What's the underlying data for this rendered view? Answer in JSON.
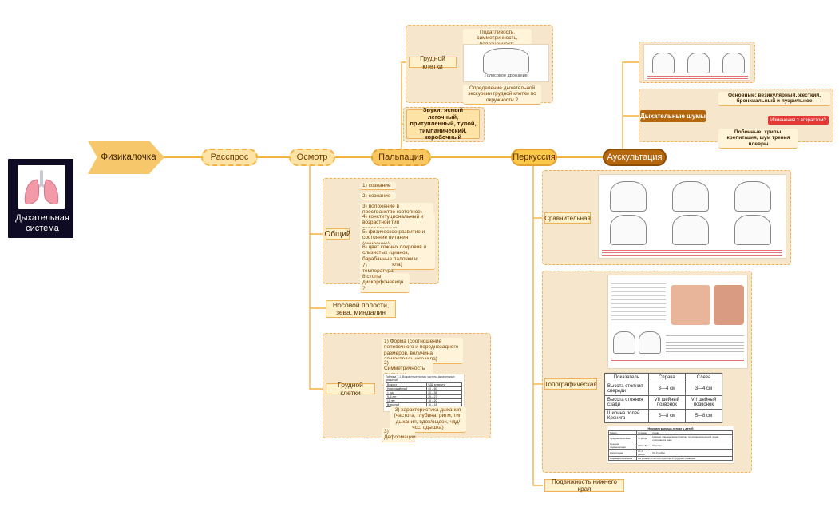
{
  "central": {
    "title": "Дыхательная система",
    "image": "lungs-icon"
  },
  "root": {
    "label": "Физикалочка"
  },
  "main": [
    {
      "label": "Расспрос"
    },
    {
      "label": "Осмотр"
    },
    {
      "label": "Пальпация"
    },
    {
      "label": "Перкуссия"
    },
    {
      "label": "Аускультация"
    }
  ],
  "osmotr": {
    "general": {
      "label": "Общий",
      "items": [
        "1) сознание",
        "2) сознание",
        "3) положение в пространстве (ортопноэ)",
        "4) конституциональный и возрастной тип телосложения",
        "5) физическое развитие и состояние питания (ожирение)",
        "6) цвет кожных покровов и слизистых (цианоз, барабанные палочки и часовые стекла)",
        "7) температура",
        "8 стопы дискорфоневидн ?"
      ]
    },
    "nose": {
      "label": "Носовой полости, зева, миндалин"
    },
    "chest": {
      "label": "Грудной клетки",
      "items": [
        "1) Форма (соотношение попевечного и переднезаднего размеров, величина эпигастрального угла)",
        "2) Симметричность формы и движения",
        "3) характеристика дыхания (частота, глубина, ритм, тип дыхания, вдох/выдох, чдд/чсс, одышка)",
        "3) Деформации"
      ],
      "table_caption": "Таблица 7.1. Возрастные нормы частоты дыхательных движений",
      "table_header": [
        "Возраст",
        "ЧДД в минуту"
      ],
      "table_rows": [
        [
          "Новорождённый",
          "40 – 60"
        ],
        [
          "1 год",
          "30 – 35"
        ],
        [
          "5–6 лет",
          "25 – 27"
        ],
        [
          "10 лет",
          "18 – 20"
        ],
        [
          "Взрослый",
          "16 – 18"
        ]
      ]
    }
  },
  "palpation": {
    "chest": {
      "label": "Грудной клетки",
      "items": [
        "Податливость, симметричность, болезненность",
        "Голосовое дрожание",
        "Определение дыхательной экскурсии грудной клетки по окружности ?"
      ]
    },
    "sounds": {
      "label": "Звуки: ясный легочный, притупленный, тупой, тимпанический, коробочный"
    }
  },
  "percussion": {
    "comparative": {
      "label": "Сравнительная"
    },
    "topographic": {
      "label": "Топографическая",
      "table_header": [
        "Показатель",
        "Справа",
        "Слева"
      ],
      "table_rows": [
        [
          "Высота стояния спереди",
          "3—4 см",
          "3—4 см"
        ],
        [
          "Высота стояния сзади",
          "VII шейный позвонок",
          "VII шейный позвонок"
        ],
        [
          "Ширина полей Кренига",
          "5—8 см",
          "5—8 см"
        ]
      ],
      "lower_caption": "Нижние границы легких у детей",
      "lower_header": [
        "Линия",
        "Справа",
        "Слева"
      ],
      "lower_rows": [
        [
          "Среднеключичная",
          "VI ребро",
          "Нижняя граница левого легкого по среднеключичной линии отклоняется вниз"
        ],
        [
          "Средняя подмышечная",
          "VIII ребро",
          "IX ребро"
        ],
        [
          "Лопаточная",
          "IX–X ребро",
          "IX–X ребро"
        ],
        [
          "Паравертебральная",
          "На уровне остистого отростка XI грудного позвонка",
          ""
        ]
      ]
    },
    "mobility": {
      "label": "Подвижность нижнего края"
    }
  },
  "auscultation": {
    "noises": {
      "label": "Дыхательные шумы",
      "main": "Основные: везикулярный, жесткий, бронхиальный и пуэрильное",
      "age": "Изменения с возрастом?",
      "side": "Побочные: хрипы, крепитация, шум трения плевры"
    }
  },
  "colors": {
    "accent": "#f5b23e",
    "dark": "#b5670e",
    "central_bg": "#0f0b25"
  }
}
